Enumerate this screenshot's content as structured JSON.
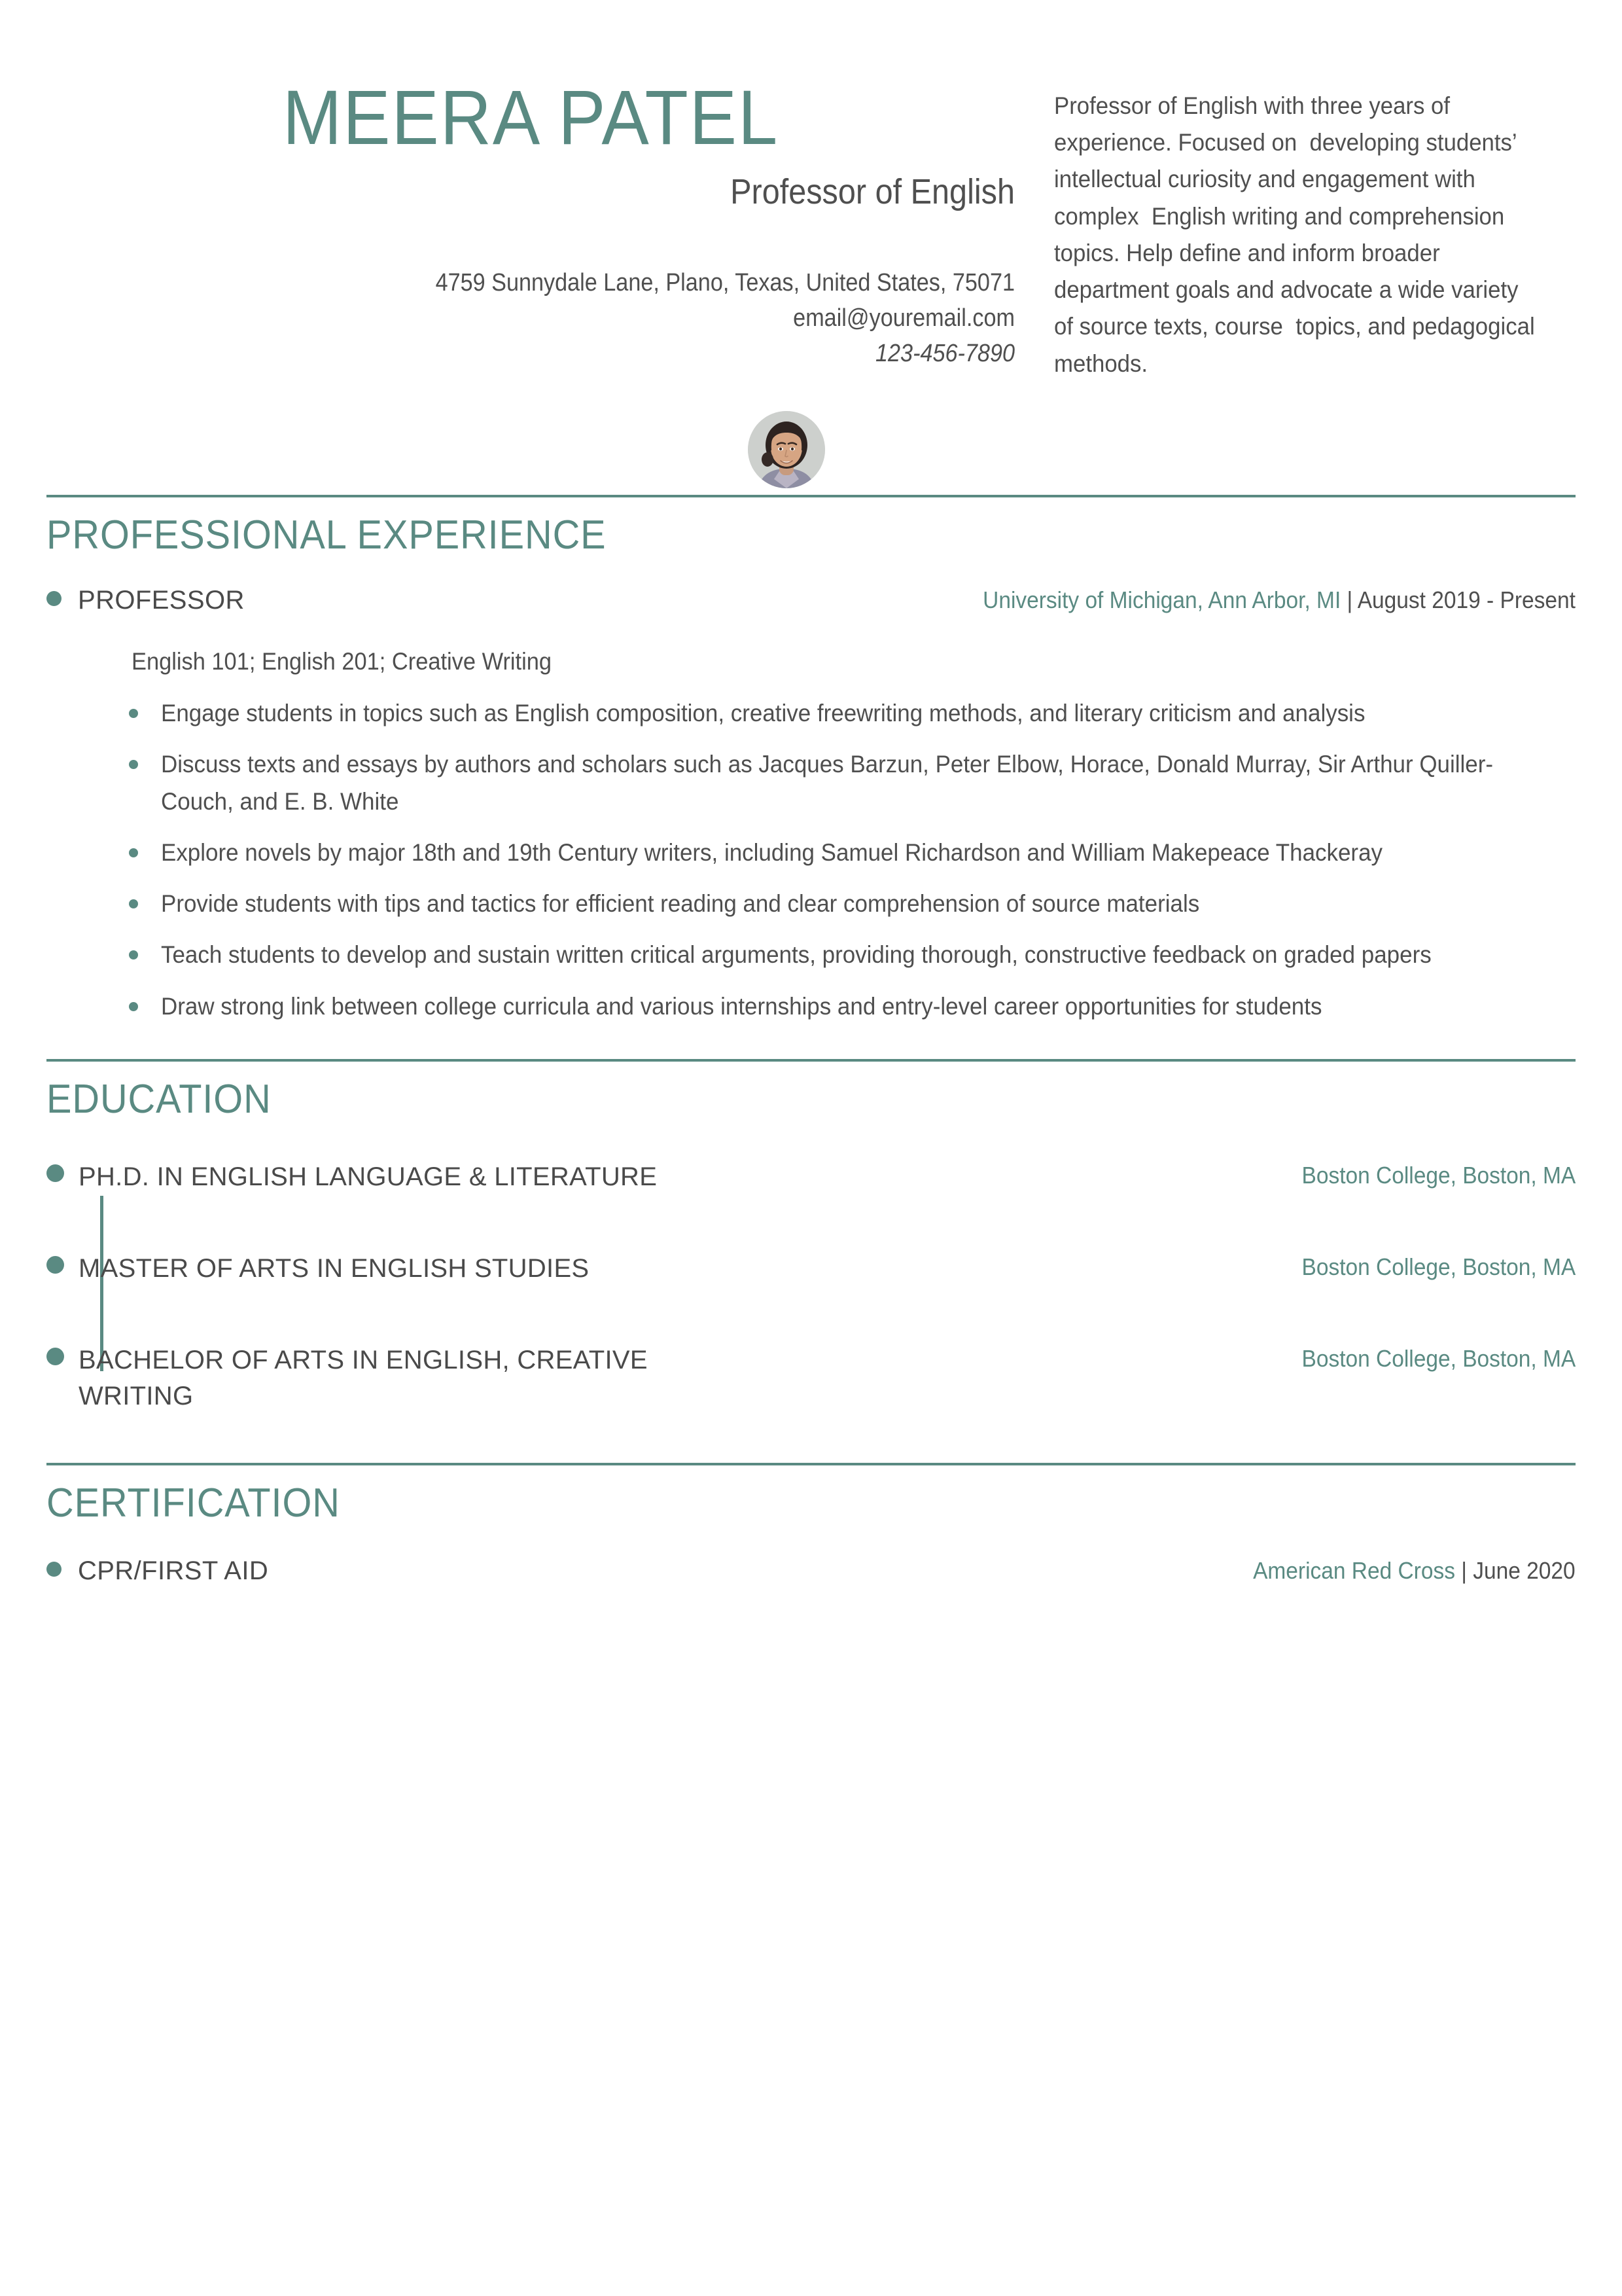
{
  "header": {
    "name": "MEERA PATEL",
    "job_title": "Professor of English",
    "address": "4759 Sunnydale Lane, Plano, Texas, United States, 75071",
    "email": "email@youremail.com",
    "phone": "123-456-7890",
    "summary": "Professor of English with three years of experience. Focused on  developing students’ intellectual curiosity and engagement with complex  English writing and comprehension topics. Help define and inform broader  department goals and advocate a wide variety of source texts, course  topics, and pedagogical methods.",
    "avatar_alt": "portrait-photo"
  },
  "sections": {
    "experience": {
      "title": "PROFESSIONAL EXPERIENCE",
      "entries": [
        {
          "title": "PROFESSOR",
          "organization": "University of Michigan, Ann Arbor, MI",
          "separator": " | ",
          "dates": "August 2019 - Present",
          "courses": "English 101; English 201; Creative Writing",
          "bullets": [
            "Engage students in topics such as English composition, creative freewriting methods, and literary criticism and analysis",
            "Discuss texts and essays by authors and scholars such as Jacques  Barzun, Peter Elbow, Horace, Donald Murray, Sir Arthur Quiller-Couch,  and E. B. White",
            "Explore novels by major 18th and 19th Century writers, including Samuel Richardson and William Makepeace Thackeray",
            "Provide students with tips and tactics for efficient reading and clear comprehension of source materials",
            "Teach students to develop and sustain written critical arguments, providing thorough, constructive feedback on graded papers",
            "Draw strong link between college curricula and various internships and entry-level career opportunities for students"
          ]
        }
      ]
    },
    "education": {
      "title": "EDUCATION",
      "entries": [
        {
          "degree": "PH.D. IN ENGLISH LANGUAGE & LITERATURE",
          "school": "Boston College, Boston, MA"
        },
        {
          "degree": "MASTER OF ARTS IN ENGLISH STUDIES",
          "school": "Boston College, Boston, MA"
        },
        {
          "degree": "BACHELOR OF ARTS IN ENGLISH, CREATIVE WRITING",
          "school": "Boston College, Boston, MA"
        }
      ]
    },
    "certification": {
      "title": "CERTIFICATION",
      "entries": [
        {
          "name": "CPR/FIRST AID",
          "organization": "American Red Cross",
          "separator": " | ",
          "date": "June 2020"
        }
      ]
    }
  },
  "colors": {
    "accent": "#5a8a82",
    "text": "#4a4a4a",
    "body_text": "#4f4f4f",
    "background": "#ffffff"
  }
}
